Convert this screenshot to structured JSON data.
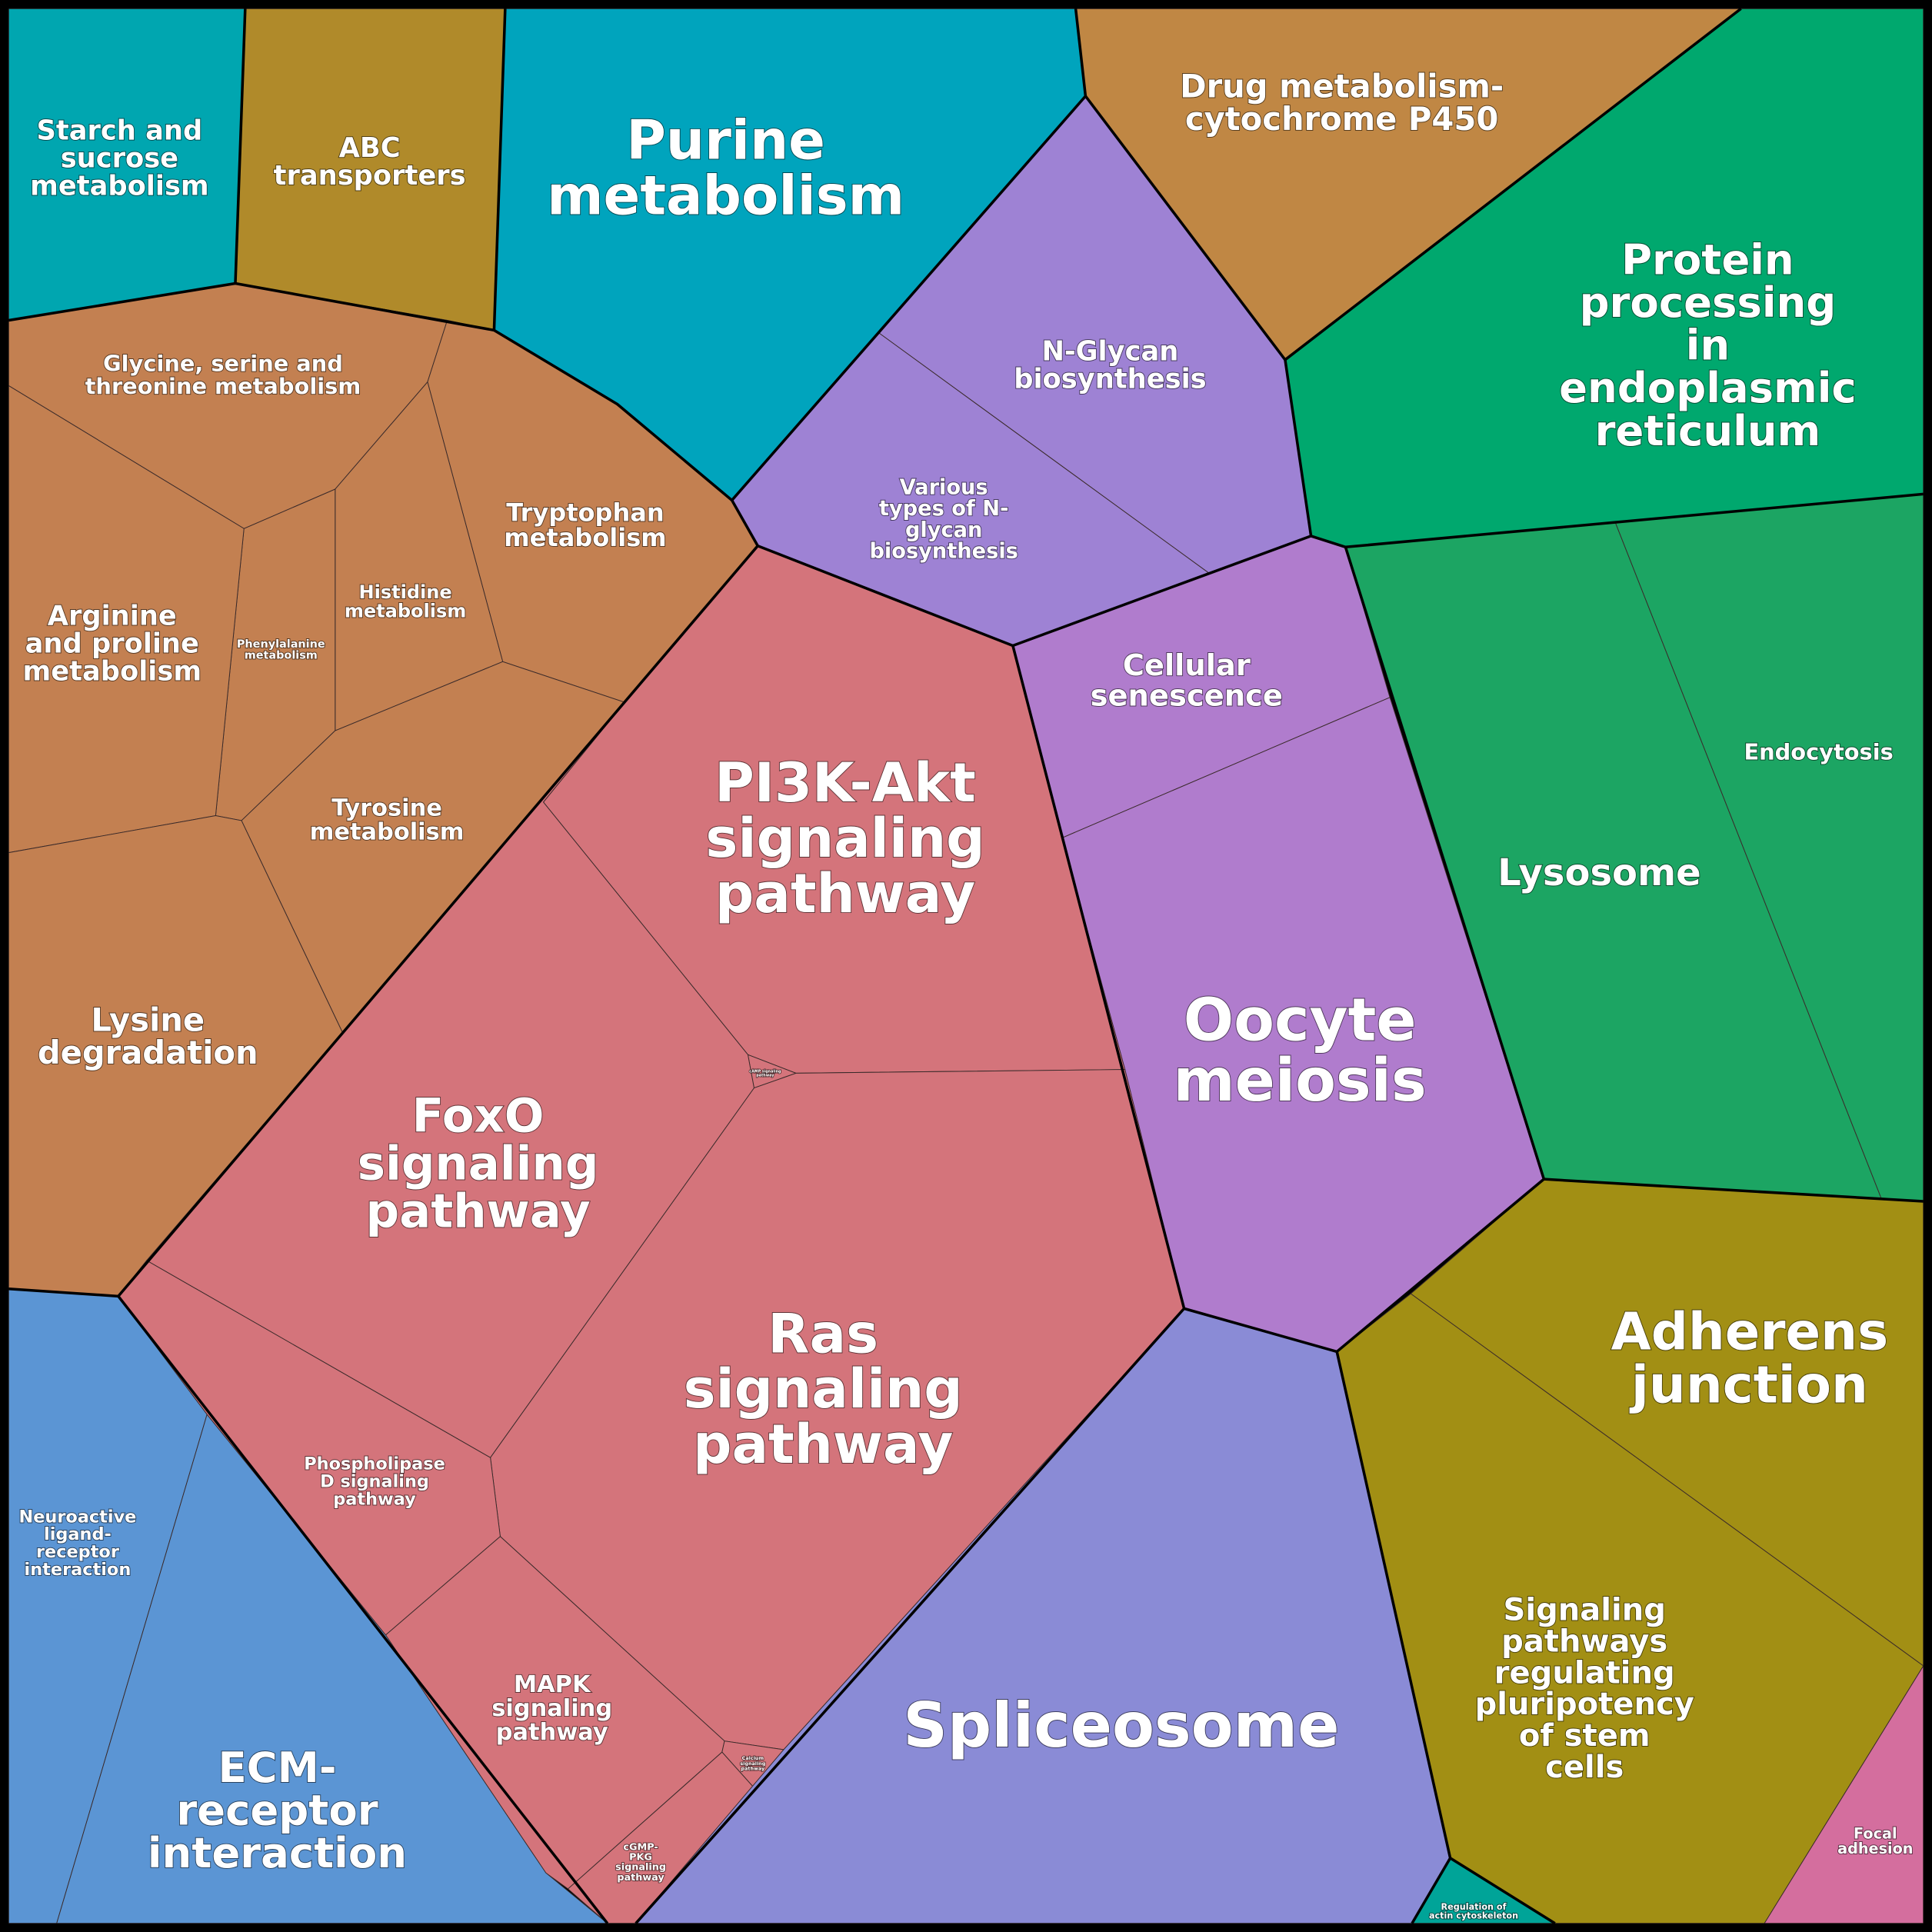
{
  "diagram": {
    "type": "voronoi-treemap",
    "colors": {
      "carbohydrate_teal": "#00a6b0",
      "membrane_gold": "#b08a2a",
      "nucleotide_cyan": "#00a4bd",
      "xenobiotic_tan": "#c08744",
      "folding_green": "#00a86e",
      "amino_acid_brown": "#c38051",
      "glycan_lavender": "#9e82d4",
      "signaling_rose": "#d4747b",
      "cell_growth_orchid": "#b07ccd",
      "transport_green": "#1ca563",
      "signaling_molecules_blue": "#5b95d4",
      "transcription_periwinkle": "#8a8bd6",
      "cellular_community_olive": "#a28f14",
      "cytoskeleton_teal": "#00a498",
      "focal_pink": "#d46e9e"
    },
    "cells": [
      {
        "id": "starch",
        "label": [
          "Starch and",
          "sucrose",
          "metabolism"
        ]
      },
      {
        "id": "abc",
        "label": [
          "ABC",
          "transporters"
        ]
      },
      {
        "id": "purine",
        "label": [
          "Purine",
          "metabolism"
        ]
      },
      {
        "id": "drug",
        "label": [
          "Drug metabolism-",
          "cytochrome P450"
        ]
      },
      {
        "id": "protein",
        "label": [
          "Protein",
          "processing",
          "in",
          "endoplasmic",
          "reticulum"
        ]
      },
      {
        "id": "glycine",
        "label": [
          "Glycine, serine and",
          "threonine metabolism"
        ]
      },
      {
        "id": "tryptophan",
        "label": [
          "Tryptophan",
          "metabolism"
        ]
      },
      {
        "id": "histidine",
        "label": [
          "Histidine",
          "metabolism"
        ]
      },
      {
        "id": "phenylalanine",
        "label": [
          "Phenylalanine",
          "metabolism"
        ]
      },
      {
        "id": "arginine",
        "label": [
          "Arginine",
          "and proline",
          "metabolism"
        ]
      },
      {
        "id": "tyrosine",
        "label": [
          "Tyrosine",
          "metabolism"
        ]
      },
      {
        "id": "lysine",
        "label": [
          "Lysine",
          "degradation"
        ]
      },
      {
        "id": "nglycan",
        "label": [
          "N-Glycan",
          "biosynthesis"
        ]
      },
      {
        "id": "various",
        "label": [
          "Various",
          "types of N-",
          "glycan",
          "biosynthesis"
        ]
      },
      {
        "id": "senescence",
        "label": [
          "Cellular",
          "senescence"
        ]
      },
      {
        "id": "oocyte",
        "label": [
          "Oocyte",
          "meiosis"
        ]
      },
      {
        "id": "lysosome",
        "label": [
          "Lysosome"
        ]
      },
      {
        "id": "endocytosis",
        "label": [
          "Endocytosis"
        ]
      },
      {
        "id": "pi3k",
        "label": [
          "PI3K-Akt",
          "signaling",
          "pathway"
        ]
      },
      {
        "id": "camp",
        "label": [
          "cAMP signaling",
          "pathway"
        ]
      },
      {
        "id": "foxo",
        "label": [
          "FoxO",
          "signaling",
          "pathway"
        ]
      },
      {
        "id": "ras",
        "label": [
          "Ras",
          "signaling",
          "pathway"
        ]
      },
      {
        "id": "pld",
        "label": [
          "Phospholipase",
          "D signaling",
          "pathway"
        ]
      },
      {
        "id": "mapk",
        "label": [
          "MAPK",
          "signaling",
          "pathway"
        ]
      },
      {
        "id": "calcium",
        "label": [
          "Calcium",
          "signaling",
          "pathway"
        ]
      },
      {
        "id": "cgmp",
        "label": [
          "cGMP-",
          "PKG",
          "signaling",
          "pathway"
        ]
      },
      {
        "id": "neuroactive",
        "label": [
          "Neuroactive",
          "ligand-",
          "receptor",
          "interaction"
        ]
      },
      {
        "id": "ecm",
        "label": [
          "ECM-",
          "receptor",
          "interaction"
        ]
      },
      {
        "id": "spliceosome",
        "label": [
          "Spliceosome"
        ]
      },
      {
        "id": "adherens",
        "label": [
          "Adherens",
          "junction"
        ]
      },
      {
        "id": "pluripotency",
        "label": [
          "Signaling",
          "pathways",
          "regulating",
          "pluripotency",
          "of stem",
          "cells"
        ]
      },
      {
        "id": "actin",
        "label": [
          "Regulation of",
          "actin cytoskeleton"
        ]
      },
      {
        "id": "focal",
        "label": [
          "Focal",
          "adhesion"
        ]
      }
    ]
  }
}
